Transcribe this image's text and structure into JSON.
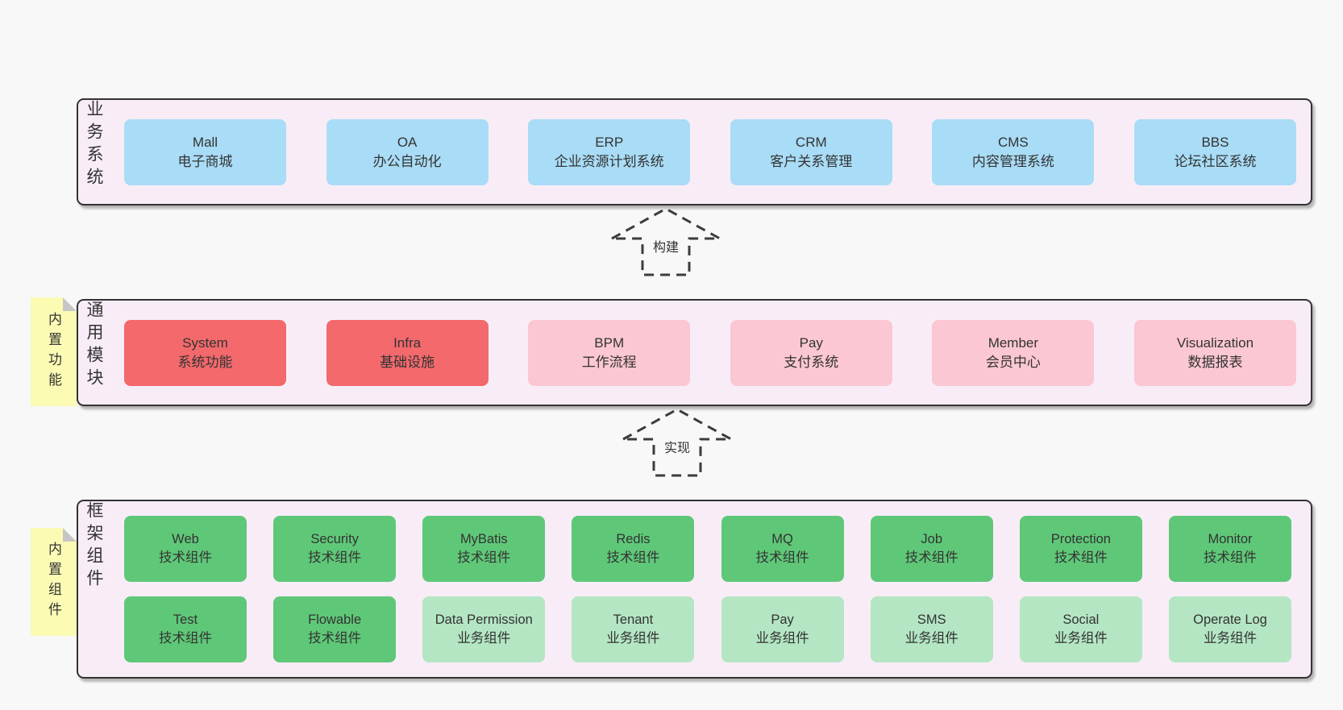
{
  "colors": {
    "page_bg": "#f8f8f8",
    "panel_bg": "#f8edf7",
    "panel_border": "#333333",
    "box_blue": "#a9dcf6",
    "box_red": "#f3696c",
    "box_pink": "#fbc7d2",
    "box_green": "#5fc878",
    "box_light_green": "#b4e6c3",
    "note_yellow": "#fbfbb4",
    "text": "#333333"
  },
  "sections": [
    {
      "label": "业务系统",
      "boxes": [
        {
          "name": "Mall",
          "subtitle": "电子商城",
          "variant": "blue"
        },
        {
          "name": "OA",
          "subtitle": "办公自动化",
          "variant": "blue"
        },
        {
          "name": "ERP",
          "subtitle": "企业资源计划系统",
          "variant": "blue"
        },
        {
          "name": "CRM",
          "subtitle": "客户关系管理",
          "variant": "blue"
        },
        {
          "name": "CMS",
          "subtitle": "内容管理系统",
          "variant": "blue"
        },
        {
          "name": "BBS",
          "subtitle": "论坛社区系统",
          "variant": "blue"
        }
      ]
    },
    {
      "label": "通用模块",
      "note": "内置功能",
      "boxes": [
        {
          "name": "System",
          "subtitle": "系统功能",
          "variant": "red"
        },
        {
          "name": "Infra",
          "subtitle": "基础设施",
          "variant": "red"
        },
        {
          "name": "BPM",
          "subtitle": "工作流程",
          "variant": "pink"
        },
        {
          "name": "Pay",
          "subtitle": "支付系统",
          "variant": "pink"
        },
        {
          "name": "Member",
          "subtitle": "会员中心",
          "variant": "pink"
        },
        {
          "name": "Visualization",
          "subtitle": "数据报表",
          "variant": "pink"
        }
      ]
    },
    {
      "label": "框架组件",
      "note": "内置组件",
      "rows": [
        [
          {
            "name": "Web",
            "subtitle": "技术组件",
            "variant": "green"
          },
          {
            "name": "Security",
            "subtitle": "技术组件",
            "variant": "green"
          },
          {
            "name": "MyBatis",
            "subtitle": "技术组件",
            "variant": "green"
          },
          {
            "name": "Redis",
            "subtitle": "技术组件",
            "variant": "green"
          },
          {
            "name": "MQ",
            "subtitle": "技术组件",
            "variant": "green"
          },
          {
            "name": "Job",
            "subtitle": "技术组件",
            "variant": "green"
          },
          {
            "name": "Protection",
            "subtitle": "技术组件",
            "variant": "green"
          },
          {
            "name": "Monitor",
            "subtitle": "技术组件",
            "variant": "green"
          }
        ],
        [
          {
            "name": "Test",
            "subtitle": "技术组件",
            "variant": "green"
          },
          {
            "name": "Flowable",
            "subtitle": "技术组件",
            "variant": "green"
          },
          {
            "name": "Data Permission",
            "subtitle": "业务组件",
            "variant": "light-green"
          },
          {
            "name": "Tenant",
            "subtitle": "业务组件",
            "variant": "light-green"
          },
          {
            "name": "Pay",
            "subtitle": "业务组件",
            "variant": "light-green"
          },
          {
            "name": "SMS",
            "subtitle": "业务组件",
            "variant": "light-green"
          },
          {
            "name": "Social",
            "subtitle": "业务组件",
            "variant": "light-green"
          },
          {
            "name": "Operate Log",
            "subtitle": "业务组件",
            "variant": "light-green"
          }
        ]
      ]
    }
  ],
  "arrows": [
    {
      "label": "构建"
    },
    {
      "label": "实现"
    }
  ]
}
